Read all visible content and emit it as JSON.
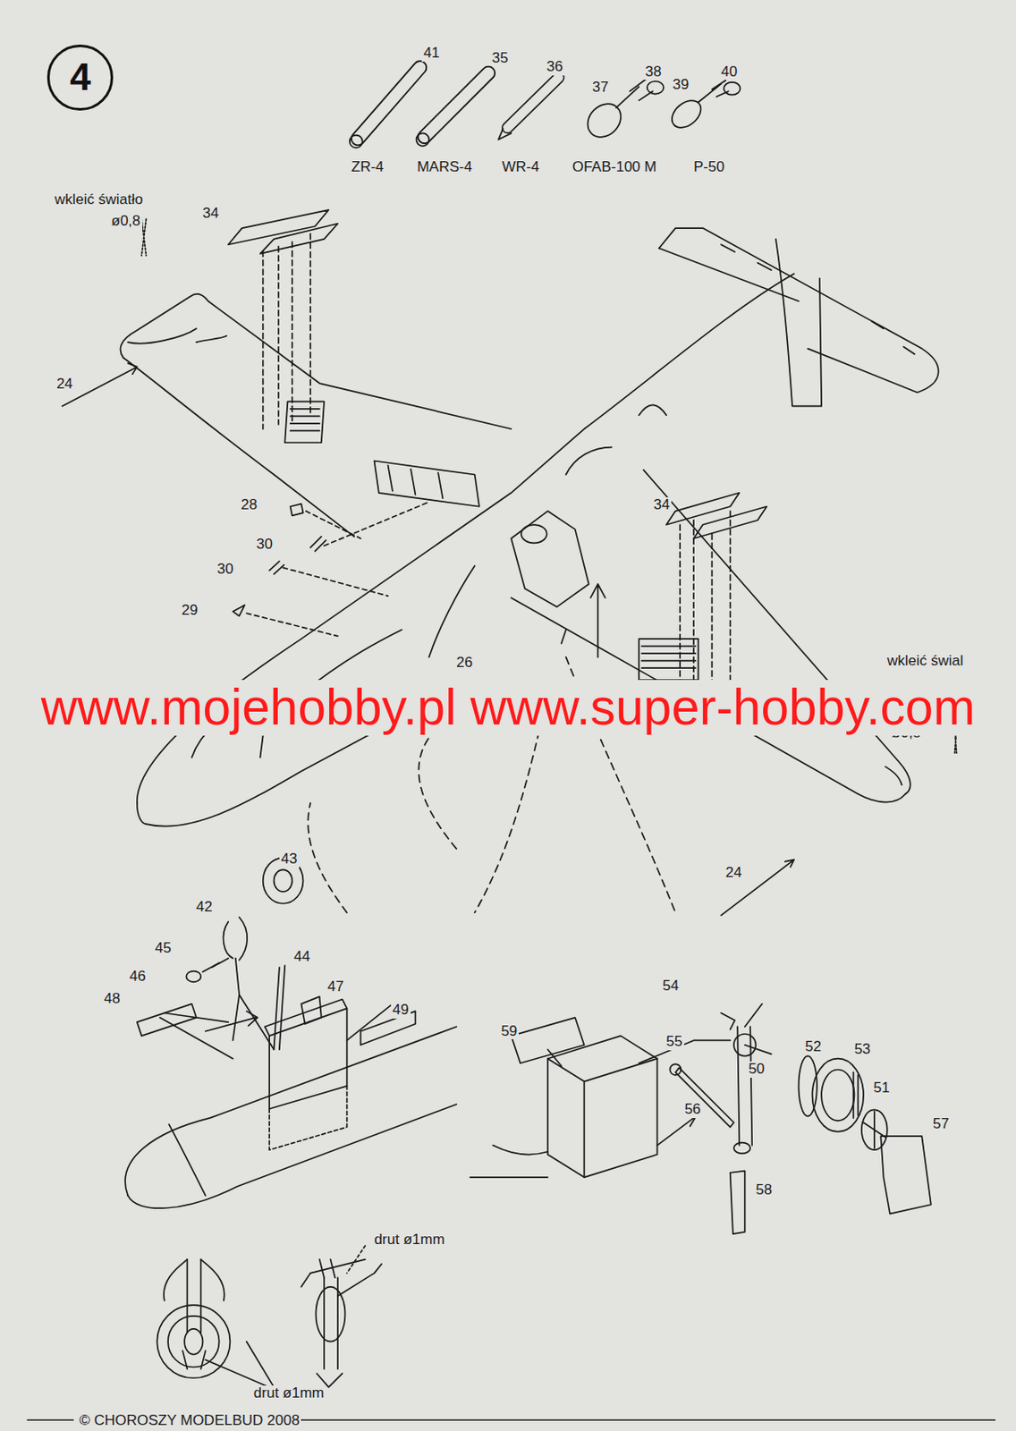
{
  "diagram": {
    "nodes": [
      {
        "text": [
          "4"
        ]
      }
    ],
    "labels": [
      "41",
      "35",
      "36",
      "38",
      "40",
      "37",
      "39",
      "ZR-4",
      "MARS-4",
      "WR-4",
      "OFAB-100 M",
      "P-50",
      "wkleić światło",
      "ø0,8",
      "34",
      "24",
      "28",
      "30",
      "30",
      "29",
      "26",
      "34",
      "wkleić świal",
      "ø0,8",
      "24",
      "www.mojehobby.pl www.super-hobby.com",
      "43",
      "42",
      "45",
      "44",
      "46",
      "47",
      "48",
      "49",
      "54",
      "59",
      "55",
      "50",
      "52",
      "53",
      "51",
      "56",
      "57",
      "58",
      "drut ø1mm",
      "drut ø1mm",
      "© CHOROSZY MODELBUD 2008"
    ]
  }
}
